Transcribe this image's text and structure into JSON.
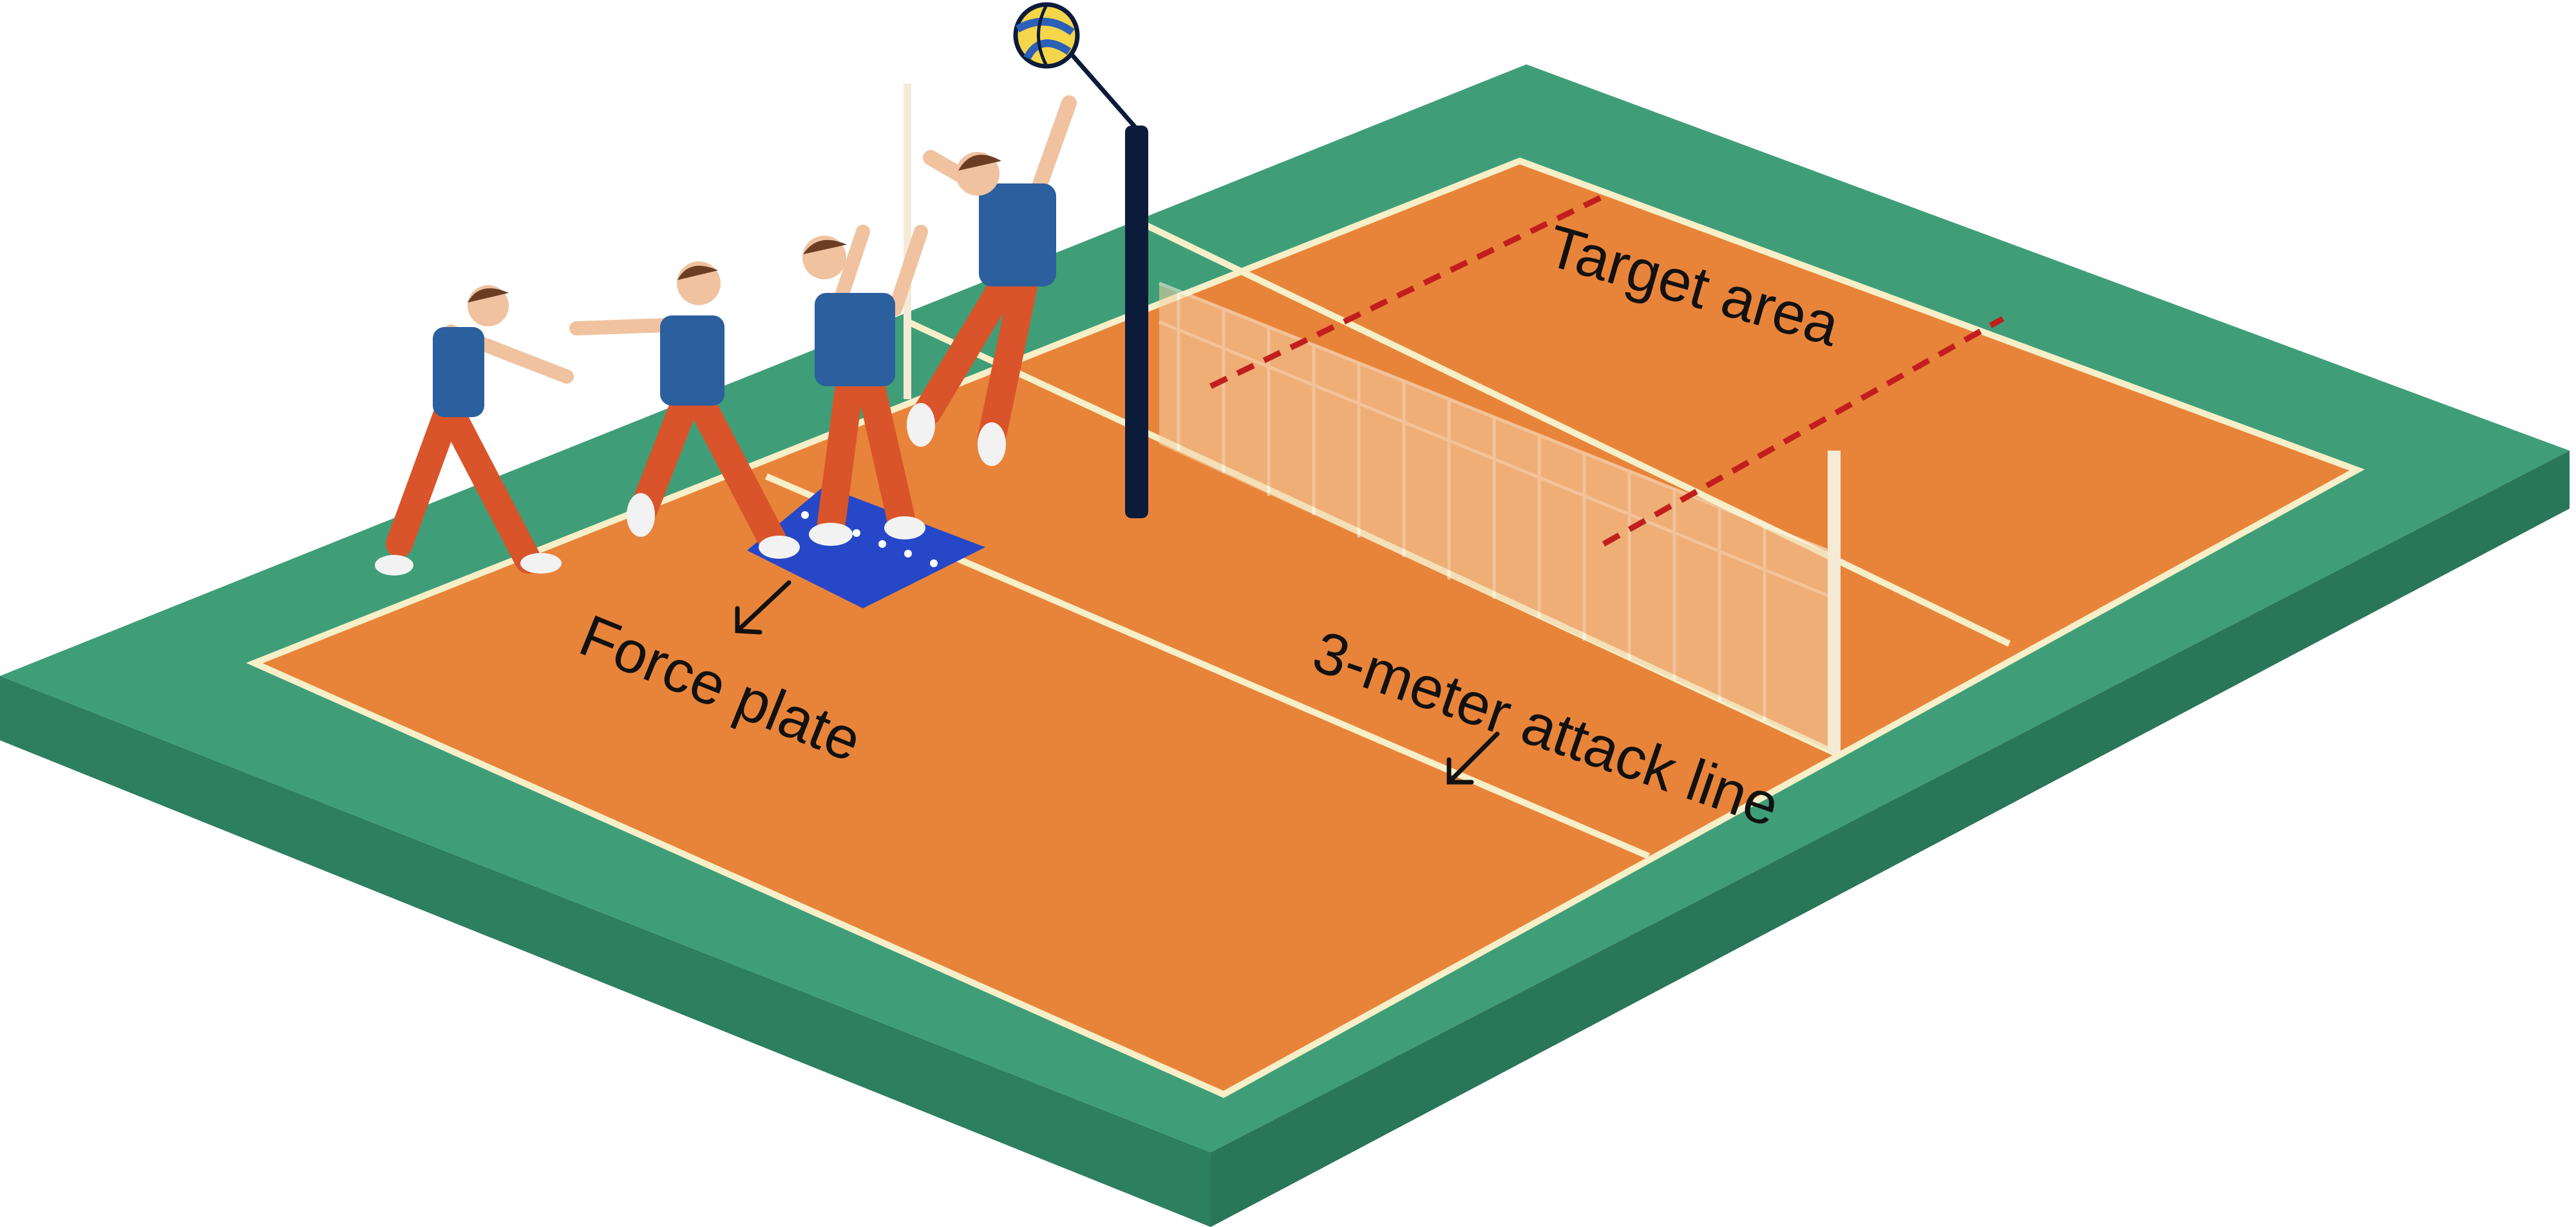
{
  "labels": {
    "target_area": "Target area",
    "force_plate": "Force plate",
    "attack_line": "3-meter attack line"
  },
  "colors": {
    "court": "#e8843a",
    "surround": "#3f9e78",
    "surround_edge": "#2c7f5f",
    "lines": "#f6efc8",
    "net_pole": "#0d1b3a",
    "force_plate": "#2547c8",
    "target_dash": "#c21e1e",
    "shirt": "#2b5f9e",
    "pants": "#d9542a"
  },
  "icons": [
    "player-figure-icon",
    "volleyball-icon",
    "arrow-icon"
  ]
}
